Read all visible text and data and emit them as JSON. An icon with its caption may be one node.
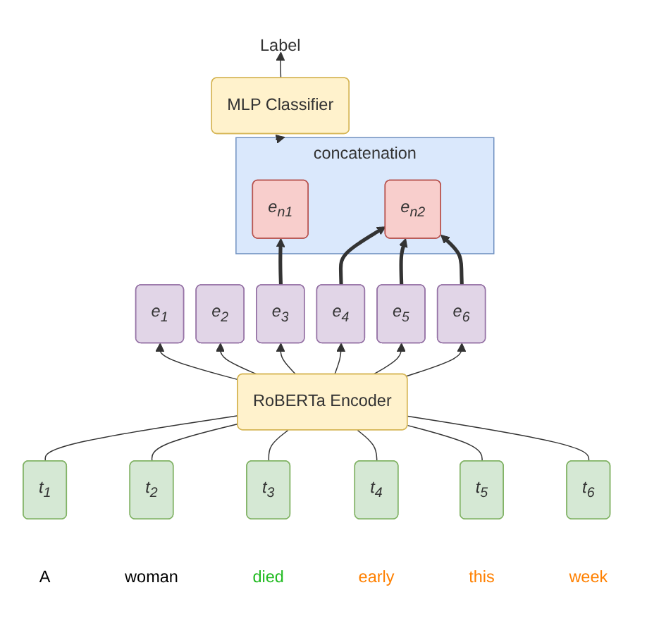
{
  "diagram": {
    "nodes": [
      {
        "text": [
          "Label"
        ]
      },
      {
        "text": [
          "MLP Classifier"
        ]
      },
      {
        "text": [
          "concatenation"
        ]
      },
      {
        "text": [
          "e$_{n1}$"
        ],
        "in": 2
      },
      {
        "text": [
          "e$_{n2}$"
        ],
        "in": 2
      },
      {
        "text": [
          "e$_{1}$"
        ]
      },
      {
        "text": [
          "e$_{2}$"
        ]
      },
      {
        "text": [
          "e$_{3}$"
        ]
      },
      {
        "text": [
          "e$_{4}$"
        ]
      },
      {
        "text": [
          "e$_{5}$"
        ]
      },
      {
        "text": [
          "e$_{6}$"
        ]
      },
      {
        "text": [
          "RoBERTa Encoder"
        ]
      },
      {
        "text": [
          "t$_{1}$"
        ],
        "beside": [
          "A"
        ]
      },
      {
        "text": [
          "t$_{2}$"
        ],
        "beside": [
          "woman"
        ]
      },
      {
        "text": [
          "t$_{3}$"
        ],
        "beside": [
          "died"
        ]
      },
      {
        "text": [
          "t$_{4}$"
        ],
        "beside": [
          "early"
        ]
      },
      {
        "text": [
          "t$_{5}$"
        ],
        "beside": [
          "this"
        ]
      },
      {
        "text": [
          "t$_{6}$"
        ],
        "beside": [
          "week"
        ]
      }
    ],
    "edges": [
      {
        "from": 12,
        "to": 11,
        "arrow": "none"
      },
      {
        "from": 13,
        "to": 11,
        "arrow": "none"
      },
      {
        "from": 14,
        "to": 11,
        "arrow": "none"
      },
      {
        "from": 15,
        "to": 11,
        "arrow": "none"
      },
      {
        "from": 16,
        "to": 11,
        "arrow": "none"
      },
      {
        "from": 17,
        "to": 11,
        "arrow": "none"
      },
      {
        "from": 11,
        "to": 5,
        "arrow": "to"
      },
      {
        "from": 11,
        "to": 6,
        "arrow": "to"
      },
      {
        "from": 11,
        "to": 7,
        "arrow": "to"
      },
      {
        "from": 11,
        "to": 8,
        "arrow": "to"
      },
      {
        "from": 11,
        "to": 9,
        "arrow": "to"
      },
      {
        "from": 11,
        "to": 10,
        "arrow": "to"
      },
      {
        "from": 7,
        "to": 3,
        "arrow": "to",
        "style": "thick"
      },
      {
        "from": 8,
        "to": 4,
        "arrow": "to",
        "style": "thick"
      },
      {
        "from": 9,
        "to": 4,
        "arrow": "to",
        "style": "thick"
      },
      {
        "from": 10,
        "to": 4,
        "arrow": "to",
        "style": "thick"
      },
      {
        "from": 2,
        "to": 1,
        "arrow": "to"
      },
      {
        "from": 1,
        "to": 0,
        "arrow": "to"
      }
    ]
  }
}
